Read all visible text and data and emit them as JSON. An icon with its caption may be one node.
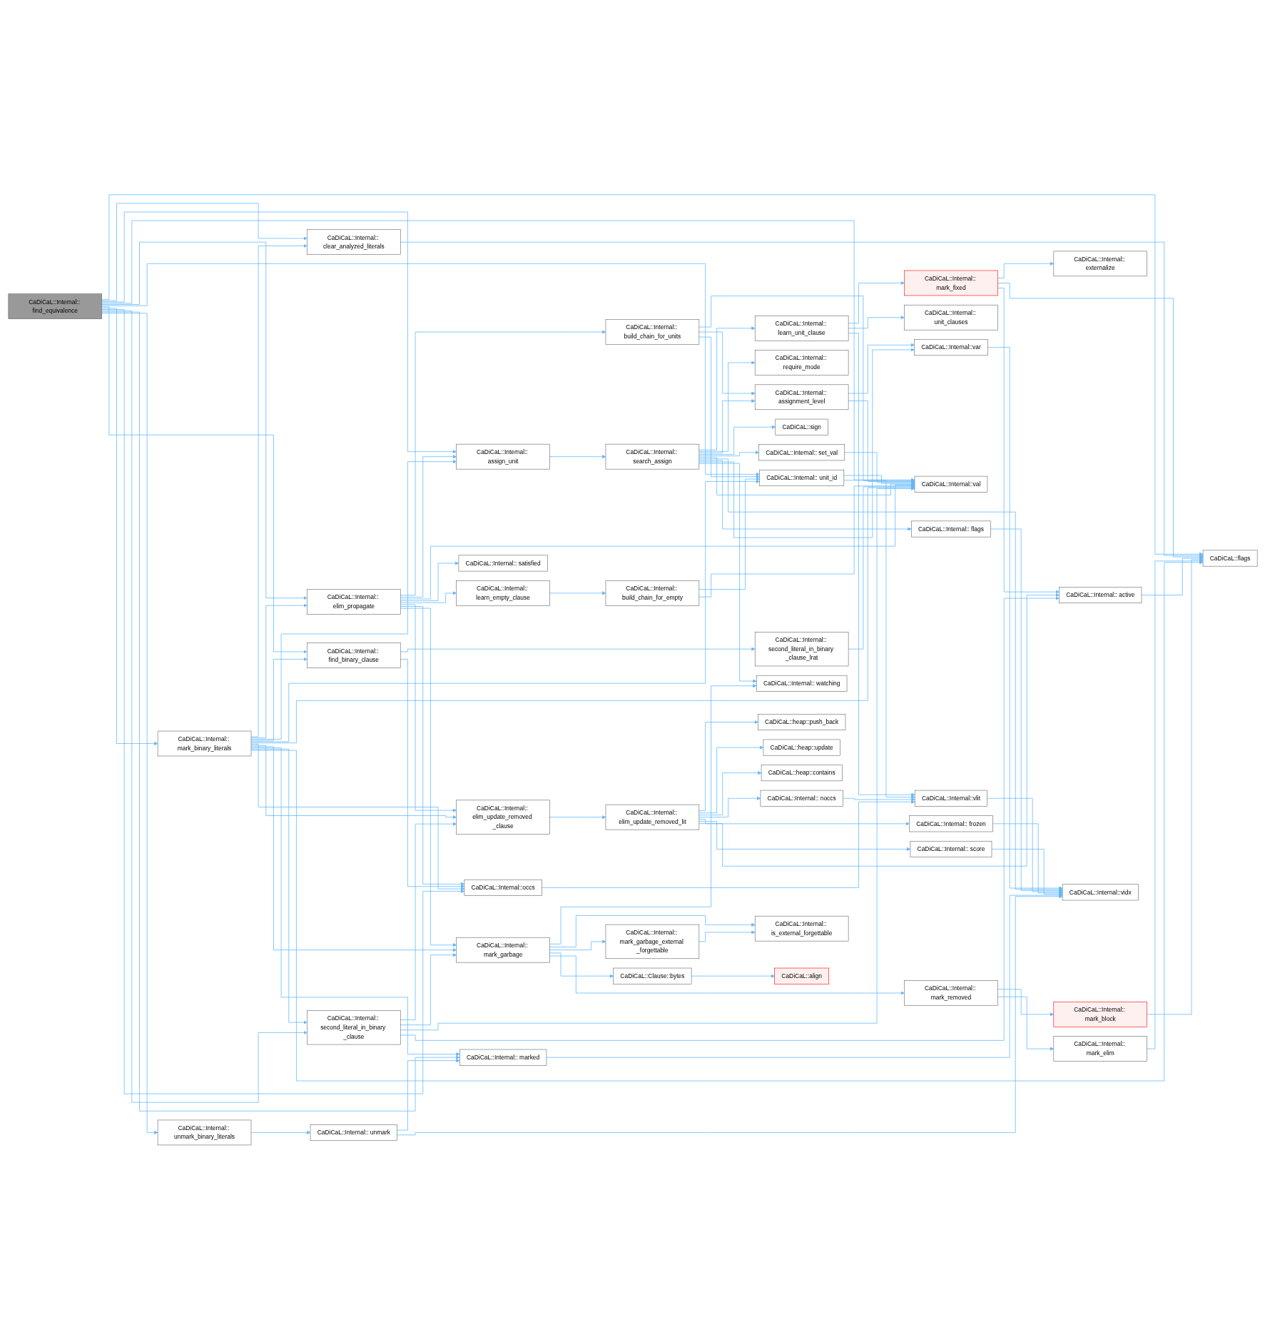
{
  "diagram": {
    "nodes": [
      {
        "text": [
          "CaDiCaL::Internal:: find_equivalence"
        ]
      },
      {
        "text": [
          "CaDiCaL::Internal:: mark_binary_literals"
        ]
      },
      {
        "text": [
          "CaDiCaL::Internal:: unmark_binary_literals"
        ]
      },
      {
        "text": [
          "CaDiCaL::Internal:: clear_analyzed_literals"
        ]
      },
      {
        "text": [
          "CaDiCaL::Internal:: elim_propagate"
        ]
      },
      {
        "text": [
          "CaDiCaL::Internal:: find_binary_clause"
        ]
      },
      {
        "text": [
          "CaDiCaL::Internal:: second_literal_in_binary _clause"
        ]
      },
      {
        "text": [
          "CaDiCaL::Internal:: unmark"
        ]
      },
      {
        "text": [
          "CaDiCaL::Internal:: assign_unit"
        ]
      },
      {
        "text": [
          "CaDiCaL::Internal:: satisfied"
        ]
      },
      {
        "text": [
          "CaDiCaL::Internal:: learn_empty_clause"
        ]
      },
      {
        "text": [
          "CaDiCaL::Internal::occs"
        ]
      },
      {
        "text": [
          "CaDiCaL::Internal:: elim_update_removed _clause"
        ]
      },
      {
        "text": [
          "CaDiCaL::Internal:: mark_garbage"
        ]
      },
      {
        "text": [
          "CaDiCaL::Internal:: marked"
        ]
      },
      {
        "text": [
          "CaDiCaL::Internal:: search_assign"
        ]
      },
      {
        "text": [
          "CaDiCaL::Internal:: build_chain_for_units"
        ]
      },
      {
        "text": [
          "CaDiCaL::Internal:: build_chain_for_empty"
        ]
      },
      {
        "text": [
          "CaDiCaL::Internal:: second_literal_in_binary _clause_lrat"
        ]
      },
      {
        "text": [
          "CaDiCaL::Internal:: elim_update_removed_lit"
        ]
      },
      {
        "text": [
          "CaDiCaL::Internal:: mark_garbage_external _forgettable"
        ]
      },
      {
        "text": [
          "CaDiCaL::Clause::bytes"
        ]
      },
      {
        "text": [
          "CaDiCaL::Internal:: learn_unit_clause"
        ]
      },
      {
        "text": [
          "CaDiCaL::Internal:: require_mode"
        ]
      },
      {
        "text": [
          "CaDiCaL::sign"
        ]
      },
      {
        "text": [
          "CaDiCaL::Internal:: set_val"
        ]
      },
      {
        "text": [
          "CaDiCaL::Internal:: watching"
        ]
      },
      {
        "text": [
          "CaDiCaL::Internal:: assignment_level"
        ]
      },
      {
        "text": [
          "CaDiCaL::Internal:: unit_id"
        ]
      },
      {
        "text": [
          "CaDiCaL::heap::push_back"
        ]
      },
      {
        "text": [
          "CaDiCaL::heap::update"
        ]
      },
      {
        "text": [
          "CaDiCaL::heap::contains"
        ]
      },
      {
        "text": [
          "CaDiCaL::Internal:: noccs"
        ]
      },
      {
        "text": [
          "CaDiCaL::Internal:: is_external_forgettable"
        ]
      },
      {
        "text": [
          "CaDiCaL::align"
        ]
      },
      {
        "text": [
          "CaDiCaL::Internal:: mark_fixed"
        ]
      },
      {
        "text": [
          "CaDiCaL::Internal:: flags"
        ]
      },
      {
        "text": [
          "CaDiCaL::Internal:: unit_clauses"
        ]
      },
      {
        "text": [
          "CaDiCaL::Internal::var"
        ]
      },
      {
        "text": [
          "CaDiCaL::Internal::val"
        ]
      },
      {
        "text": [
          "CaDiCaL::Internal::vlit"
        ]
      },
      {
        "text": [
          "CaDiCaL::Internal:: frozen"
        ]
      },
      {
        "text": [
          "CaDiCaL::Internal:: score"
        ]
      },
      {
        "text": [
          "CaDiCaL::Internal:: mark_removed"
        ]
      },
      {
        "text": [
          "CaDiCaL::Internal:: externalize"
        ]
      },
      {
        "text": [
          "CaDiCaL::Internal::vidx"
        ]
      },
      {
        "text": [
          "CaDiCaL::Internal:: active"
        ]
      },
      {
        "text": [
          "CaDiCaL::Internal:: mark_block"
        ]
      },
      {
        "text": [
          "CaDiCaL::Internal:: mark_elim"
        ]
      },
      {
        "text": [
          "CaDiCaL::flags"
        ]
      }
    ],
    "edges": [
      {
        "from": 0,
        "to": 49,
        "arrow": "to"
      },
      {
        "from": 0,
        "to": 3,
        "arrow": "to"
      },
      {
        "from": 0,
        "to": 8,
        "arrow": "to"
      },
      {
        "from": 0,
        "to": 39,
        "arrow": "to"
      },
      {
        "from": 0,
        "to": 4,
        "arrow": "to"
      },
      {
        "from": 0,
        "to": 28,
        "arrow": "to"
      },
      {
        "from": 0,
        "to": 5,
        "arrow": "to"
      },
      {
        "from": 0,
        "to": 1,
        "arrow": "to"
      },
      {
        "from": 0,
        "to": 11,
        "arrow": "to"
      },
      {
        "from": 0,
        "to": 6,
        "arrow": "to"
      },
      {
        "from": 0,
        "to": 14,
        "arrow": "to"
      },
      {
        "from": 0,
        "to": 2,
        "arrow": "to"
      },
      {
        "from": 1,
        "to": 3,
        "arrow": "to"
      },
      {
        "from": 1,
        "to": 8,
        "arrow": "to"
      },
      {
        "from": 1,
        "to": 4,
        "arrow": "to"
      },
      {
        "from": 1,
        "to": 28,
        "arrow": "to"
      },
      {
        "from": 1,
        "to": 5,
        "arrow": "to"
      },
      {
        "from": 1,
        "to": 39,
        "arrow": "to"
      },
      {
        "from": 1,
        "to": 11,
        "arrow": "to"
      },
      {
        "from": 1,
        "to": 12,
        "arrow": "to"
      },
      {
        "from": 1,
        "to": 13,
        "arrow": "to"
      },
      {
        "from": 1,
        "to": 6,
        "arrow": "to"
      },
      {
        "from": 1,
        "to": 14,
        "arrow": "to"
      },
      {
        "from": 1,
        "to": 49,
        "arrow": "to"
      },
      {
        "from": 2,
        "to": 7,
        "arrow": "to"
      },
      {
        "from": 3,
        "to": 49,
        "arrow": "to"
      },
      {
        "from": 4,
        "to": 8,
        "arrow": "to"
      },
      {
        "from": 4,
        "to": 16,
        "arrow": "to"
      },
      {
        "from": 4,
        "to": 39,
        "arrow": "to"
      },
      {
        "from": 4,
        "to": 9,
        "arrow": "to"
      },
      {
        "from": 4,
        "to": 10,
        "arrow": "to"
      },
      {
        "from": 4,
        "to": 11,
        "arrow": "to"
      },
      {
        "from": 4,
        "to": 12,
        "arrow": "to"
      },
      {
        "from": 4,
        "to": 13,
        "arrow": "to"
      },
      {
        "from": 5,
        "to": 18,
        "arrow": "to"
      },
      {
        "from": 5,
        "to": 11,
        "arrow": "to"
      },
      {
        "from": 6,
        "to": 12,
        "arrow": "to"
      },
      {
        "from": 6,
        "to": 39,
        "arrow": "to"
      },
      {
        "from": 6,
        "to": 13,
        "arrow": "to"
      },
      {
        "from": 6,
        "to": 46,
        "arrow": "to"
      },
      {
        "from": 7,
        "to": 14,
        "arrow": "to"
      },
      {
        "from": 7,
        "to": 45,
        "arrow": "to"
      },
      {
        "from": 8,
        "to": 15,
        "arrow": "to"
      },
      {
        "from": 10,
        "to": 17,
        "arrow": "to"
      },
      {
        "from": 11,
        "to": 40,
        "arrow": "to"
      },
      {
        "from": 12,
        "to": 19,
        "arrow": "to"
      },
      {
        "from": 13,
        "to": 26,
        "arrow": "to"
      },
      {
        "from": 13,
        "to": 33,
        "arrow": "to"
      },
      {
        "from": 13,
        "to": 20,
        "arrow": "to"
      },
      {
        "from": 13,
        "to": 21,
        "arrow": "to"
      },
      {
        "from": 13,
        "to": 43,
        "arrow": "to"
      },
      {
        "from": 14,
        "to": 45,
        "arrow": "to"
      },
      {
        "from": 15,
        "to": 22,
        "arrow": "to"
      },
      {
        "from": 15,
        "to": 23,
        "arrow": "to"
      },
      {
        "from": 15,
        "to": 24,
        "arrow": "to"
      },
      {
        "from": 15,
        "to": 25,
        "arrow": "to"
      },
      {
        "from": 15,
        "to": 26,
        "arrow": "to"
      },
      {
        "from": 15,
        "to": 27,
        "arrow": "to"
      },
      {
        "from": 15,
        "to": 39,
        "arrow": "to"
      },
      {
        "from": 15,
        "to": 45,
        "arrow": "to"
      },
      {
        "from": 15,
        "to": 36,
        "arrow": "to"
      },
      {
        "from": 15,
        "to": 38,
        "arrow": "to"
      },
      {
        "from": 16,
        "to": 27,
        "arrow": "to"
      },
      {
        "from": 16,
        "to": 39,
        "arrow": "to"
      },
      {
        "from": 16,
        "to": 28,
        "arrow": "to"
      },
      {
        "from": 17,
        "to": 39,
        "arrow": "to"
      },
      {
        "from": 17,
        "to": 28,
        "arrow": "to"
      },
      {
        "from": 18,
        "to": 39,
        "arrow": "to"
      },
      {
        "from": 19,
        "to": 29,
        "arrow": "to"
      },
      {
        "from": 19,
        "to": 30,
        "arrow": "to"
      },
      {
        "from": 19,
        "to": 31,
        "arrow": "to"
      },
      {
        "from": 19,
        "to": 32,
        "arrow": "to"
      },
      {
        "from": 19,
        "to": 41,
        "arrow": "to"
      },
      {
        "from": 19,
        "to": 42,
        "arrow": "to"
      },
      {
        "from": 19,
        "to": 46,
        "arrow": "to"
      },
      {
        "from": 20,
        "to": 33,
        "arrow": "to"
      },
      {
        "from": 21,
        "to": 34,
        "arrow": "to"
      },
      {
        "from": 22,
        "to": 35,
        "arrow": "to"
      },
      {
        "from": 22,
        "to": 37,
        "arrow": "to"
      },
      {
        "from": 22,
        "to": 40,
        "arrow": "to"
      },
      {
        "from": 25,
        "to": 39,
        "arrow": "to"
      },
      {
        "from": 27,
        "to": 38,
        "arrow": "to"
      },
      {
        "from": 27,
        "to": 39,
        "arrow": "to"
      },
      {
        "from": 28,
        "to": 39,
        "arrow": "to"
      },
      {
        "from": 28,
        "to": 40,
        "arrow": "to"
      },
      {
        "from": 32,
        "to": 40,
        "arrow": "to"
      },
      {
        "from": 35,
        "to": 44,
        "arrow": "to"
      },
      {
        "from": 35,
        "to": 46,
        "arrow": "to"
      },
      {
        "from": 35,
        "to": 49,
        "arrow": "to"
      },
      {
        "from": 36,
        "to": 45,
        "arrow": "to"
      },
      {
        "from": 38,
        "to": 45,
        "arrow": "to"
      },
      {
        "from": 40,
        "to": 45,
        "arrow": "to"
      },
      {
        "from": 41,
        "to": 45,
        "arrow": "to"
      },
      {
        "from": 42,
        "to": 45,
        "arrow": "to"
      },
      {
        "from": 43,
        "to": 47,
        "arrow": "to"
      },
      {
        "from": 43,
        "to": 48,
        "arrow": "to"
      },
      {
        "from": 46,
        "to": 49,
        "arrow": "to"
      },
      {
        "from": 47,
        "to": 49,
        "arrow": "to"
      },
      {
        "from": 48,
        "to": 49,
        "arrow": "to"
      }
    ]
  }
}
